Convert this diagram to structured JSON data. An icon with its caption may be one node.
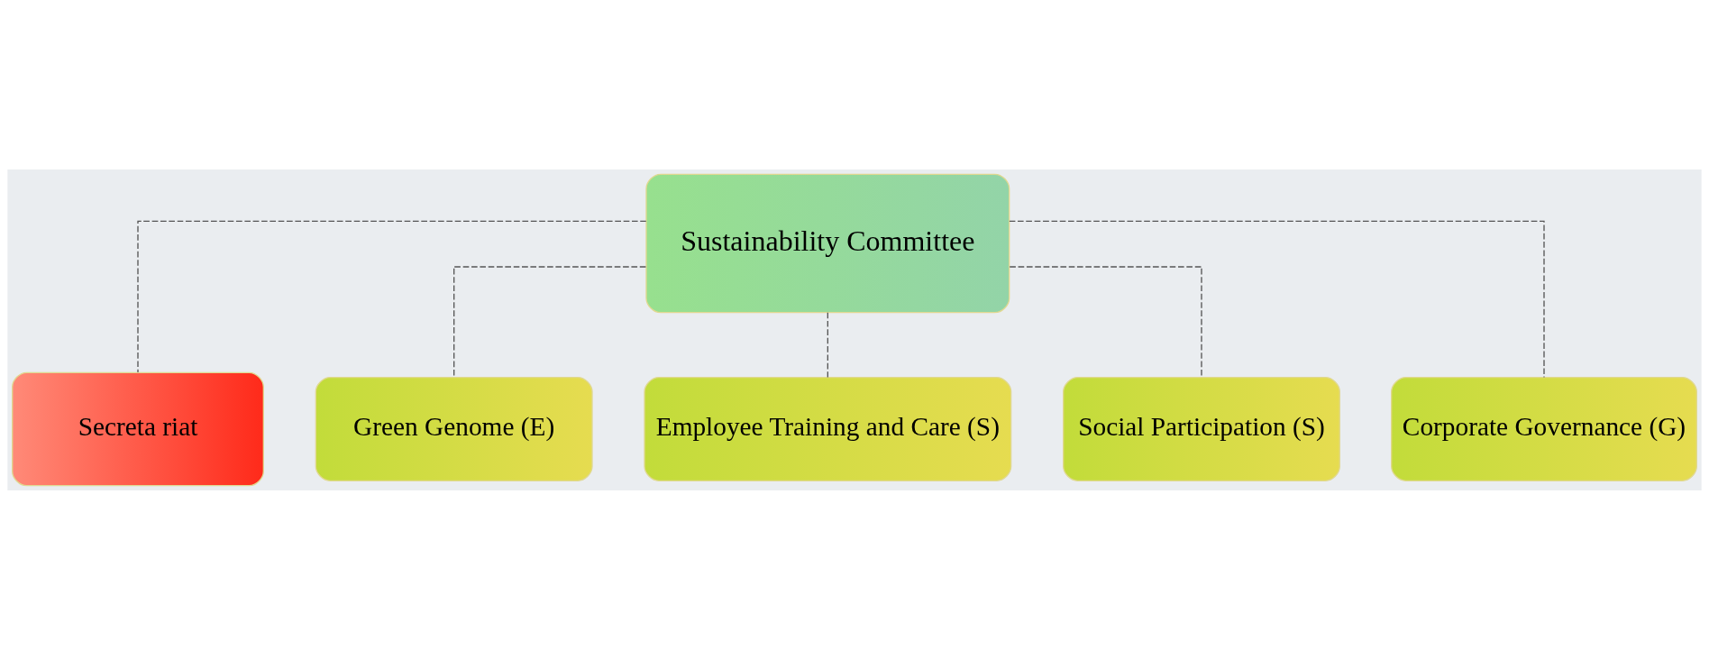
{
  "diagram": {
    "nodes": [
      {
        "text": [
          "Sustainability Committee"
        ]
      },
      {
        "text": [
          "Secreta riat"
        ]
      },
      {
        "text": [
          "Green Genome (E)"
        ]
      },
      {
        "text": [
          "Employee Training and Care (S)"
        ]
      },
      {
        "text": [
          "Social Participation (S)"
        ]
      },
      {
        "text": [
          "Corporate Governance (G)"
        ]
      }
    ],
    "edges": [
      {
        "from": 0,
        "to": 1,
        "arrow": "none",
        "style": "dashed"
      },
      {
        "from": 0,
        "to": 2,
        "arrow": "none",
        "style": "dashed"
      },
      {
        "from": 0,
        "to": 3,
        "arrow": "none",
        "style": "dashed"
      },
      {
        "from": 0,
        "to": 4,
        "arrow": "none",
        "style": "dashed"
      },
      {
        "from": 0,
        "to": 5,
        "arrow": "none",
        "style": "dashed"
      }
    ]
  }
}
